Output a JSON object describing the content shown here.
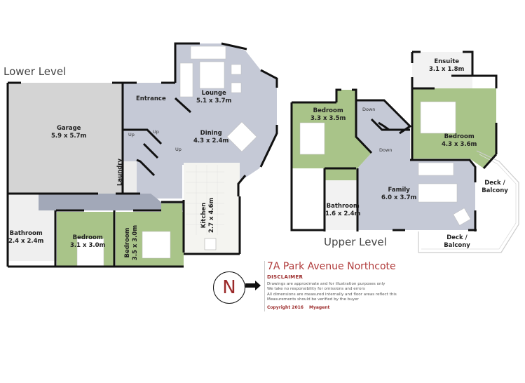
{
  "address": "7A Park Avenue Northcote",
  "levels": {
    "lower": "Lower Level",
    "upper": "Upper Level"
  },
  "rooms": {
    "lower": [
      {
        "name": "Garage",
        "size": "5.9 x 5.7m"
      },
      {
        "name": "Entrance",
        "size": ""
      },
      {
        "name": "Lounge",
        "size": "5.1 x 3.7m"
      },
      {
        "name": "Dining",
        "size": "4.3 x 2.4m"
      },
      {
        "name": "Laundry",
        "size": ""
      },
      {
        "name": "Kitchen",
        "size": "2.7 x 4.6m"
      },
      {
        "name": "Bathroom",
        "size": "2.4 x 2.4m"
      },
      {
        "name": "Bedroom",
        "size": "3.1 x 3.0m"
      },
      {
        "name": "Bedroom",
        "size": "3.5 x 3.0m"
      }
    ],
    "upper": [
      {
        "name": "Ensuite",
        "size": "3.1 x 1.8m"
      },
      {
        "name": "Bedroom",
        "size": "3.3 x 3.5m"
      },
      {
        "name": "Bedroom",
        "size": "4.3 x 3.6m"
      },
      {
        "name": "Family",
        "size": "6.0 x 3.7m"
      },
      {
        "name": "Bathroom",
        "size": "1.6 x 2.4m"
      },
      {
        "name": "Deck / Balcony",
        "size": ""
      },
      {
        "name": "Deck / Balcony",
        "size": ""
      }
    ]
  },
  "stairs": {
    "up1": "Up",
    "up2": "Up",
    "up3": "Up",
    "down1": "Down",
    "down2": "Down"
  },
  "compass": {
    "label": "N"
  },
  "disclaimer": {
    "heading": "DISCLAIMER",
    "lines": [
      "Drawings are approximate and for illustration purposes only",
      "We take no responsibility for omissions and errors",
      "All dimensions are measured internally and floor areas reflect this",
      "Measurements should be verified by the buyer"
    ],
    "copyright": "Copyright 2016",
    "company": "Myagent"
  },
  "colors": {
    "living": "#c5c9d6",
    "garage": "#d4d4d4",
    "bedroom": "#a9c489",
    "wall": "#111111",
    "title": "#b03a3a"
  }
}
